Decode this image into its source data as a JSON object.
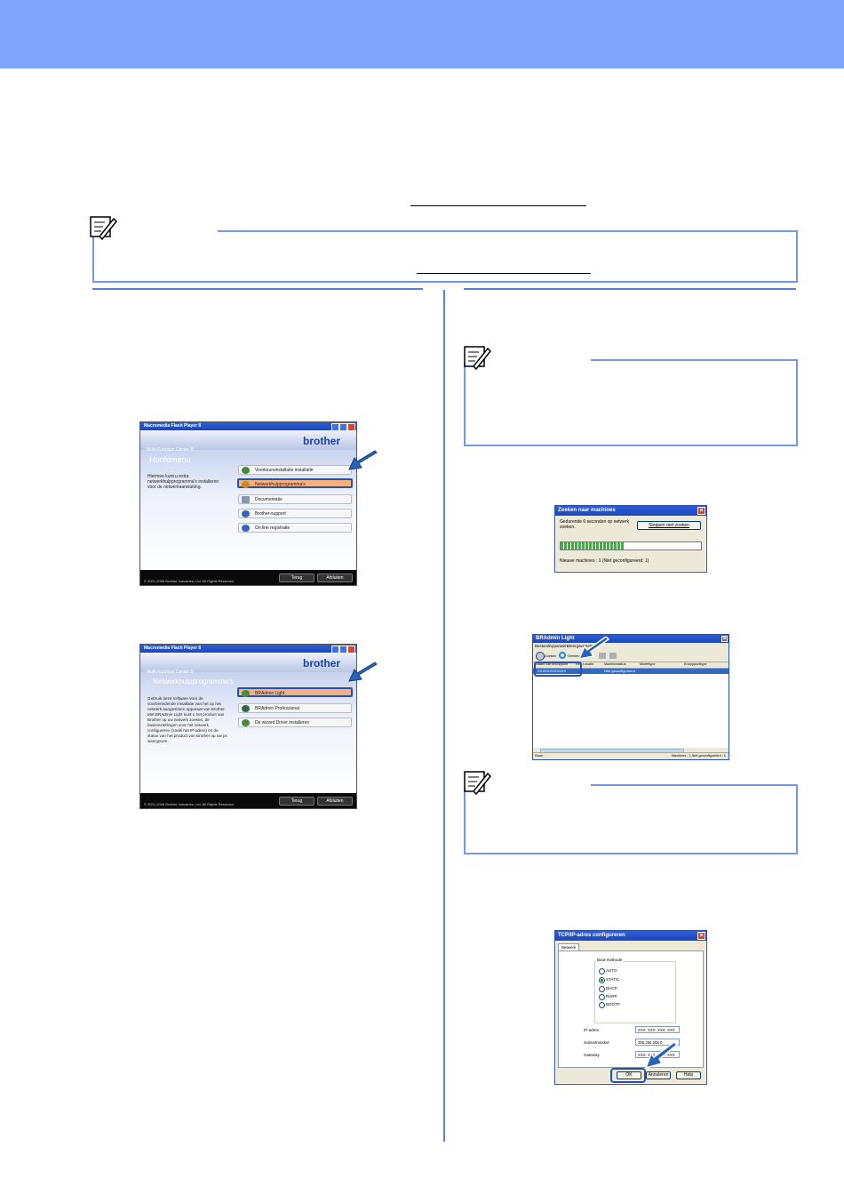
{
  "flash1": {
    "title": "Macromedia Flash Player 8",
    "brand": "brother",
    "subtitle": "Multi-Function Center ®",
    "heading": "Hoofdmenu",
    "desc": "Hiermee kunt u extra netwerkhulpprogramma's installeren voor de netwerkaansluiting.",
    "items": [
      "Voorkeursinstallatie installatie",
      "Netwerkhulpprogramma's",
      "Documentatie",
      "Brother-support",
      "On line registratie"
    ],
    "copyright": "© 2001-2006 Brother Industries, Ltd. All Rights Reserved.",
    "back": "Terug",
    "exit": "Afsluiten"
  },
  "flash2": {
    "title": "Macromedia Flash Player 8",
    "brand": "brother",
    "subtitle": "Multi-Function Center ®",
    "heading": "Netwerkhulpprogramma's",
    "desc": "Gebruik deze software voor de voorbereidende installatie van het op het netwerk aangesloten apparaat van Brother. Met BRAdmin Light kunt u het product van Brother op uw netwerk zoeken, de basisinstellingen voor het netwerk configureren (zoals het IP-adres) en de status van het product van Brother op uw pc weergeven.",
    "items": [
      "BRAdmin Light",
      "BRAdmin Professional",
      "De wizard Driver installeren"
    ],
    "copyright": "© 2001-2006 Brother Industries, Ltd. All Rights Reserved.",
    "back": "Terug",
    "exit": "Afsluiten"
  },
  "search_dialog": {
    "title": "Zoeken naar machines",
    "text1": "Gedurende 6 seconden op netwerk",
    "text2": "zoeken.",
    "stop_button": "Stoppen met zoeken",
    "status": "Nieuwe machines : 1   (Niet geconfigureerd: 1)",
    "progress": 0.45
  },
  "bradmin": {
    "title": "BRAdmin Light",
    "menus": [
      "Bestand",
      "Apparaten",
      "Weergave",
      "Help"
    ],
    "toolbar": [
      "Zoeken",
      "Vernieuw"
    ],
    "columns": [
      "Naam van knooppunt",
      "Re",
      "Locatie",
      "Machinestatus",
      "Modeltype",
      "Knooppunttype"
    ],
    "row_name": "XXXXXXXXXXXX",
    "row_status": "Niet geconfigureerd",
    "status_left": "Klaar",
    "status_right": "Machines : 1   Niet geconfigureerd : 1"
  },
  "tcpip": {
    "title": "TCP/IP-adres configureren",
    "tab": "Netwerk",
    "group": "Boot-methode",
    "options": [
      "AUTO",
      "STATIC",
      "DHCP",
      "RARP",
      "BOOTP"
    ],
    "ip_label": "IP-adres",
    "ip_value": "XXX. XXX. XXX. XXX",
    "mask_label": "Subnetmasker",
    "mask_value": "255.255.255.0",
    "gw_label": "Gateway",
    "gw_value": "XXX. XXX. XXX. XXX",
    "ok": "OK",
    "cancel": "Annuleren",
    "help": "Help"
  }
}
